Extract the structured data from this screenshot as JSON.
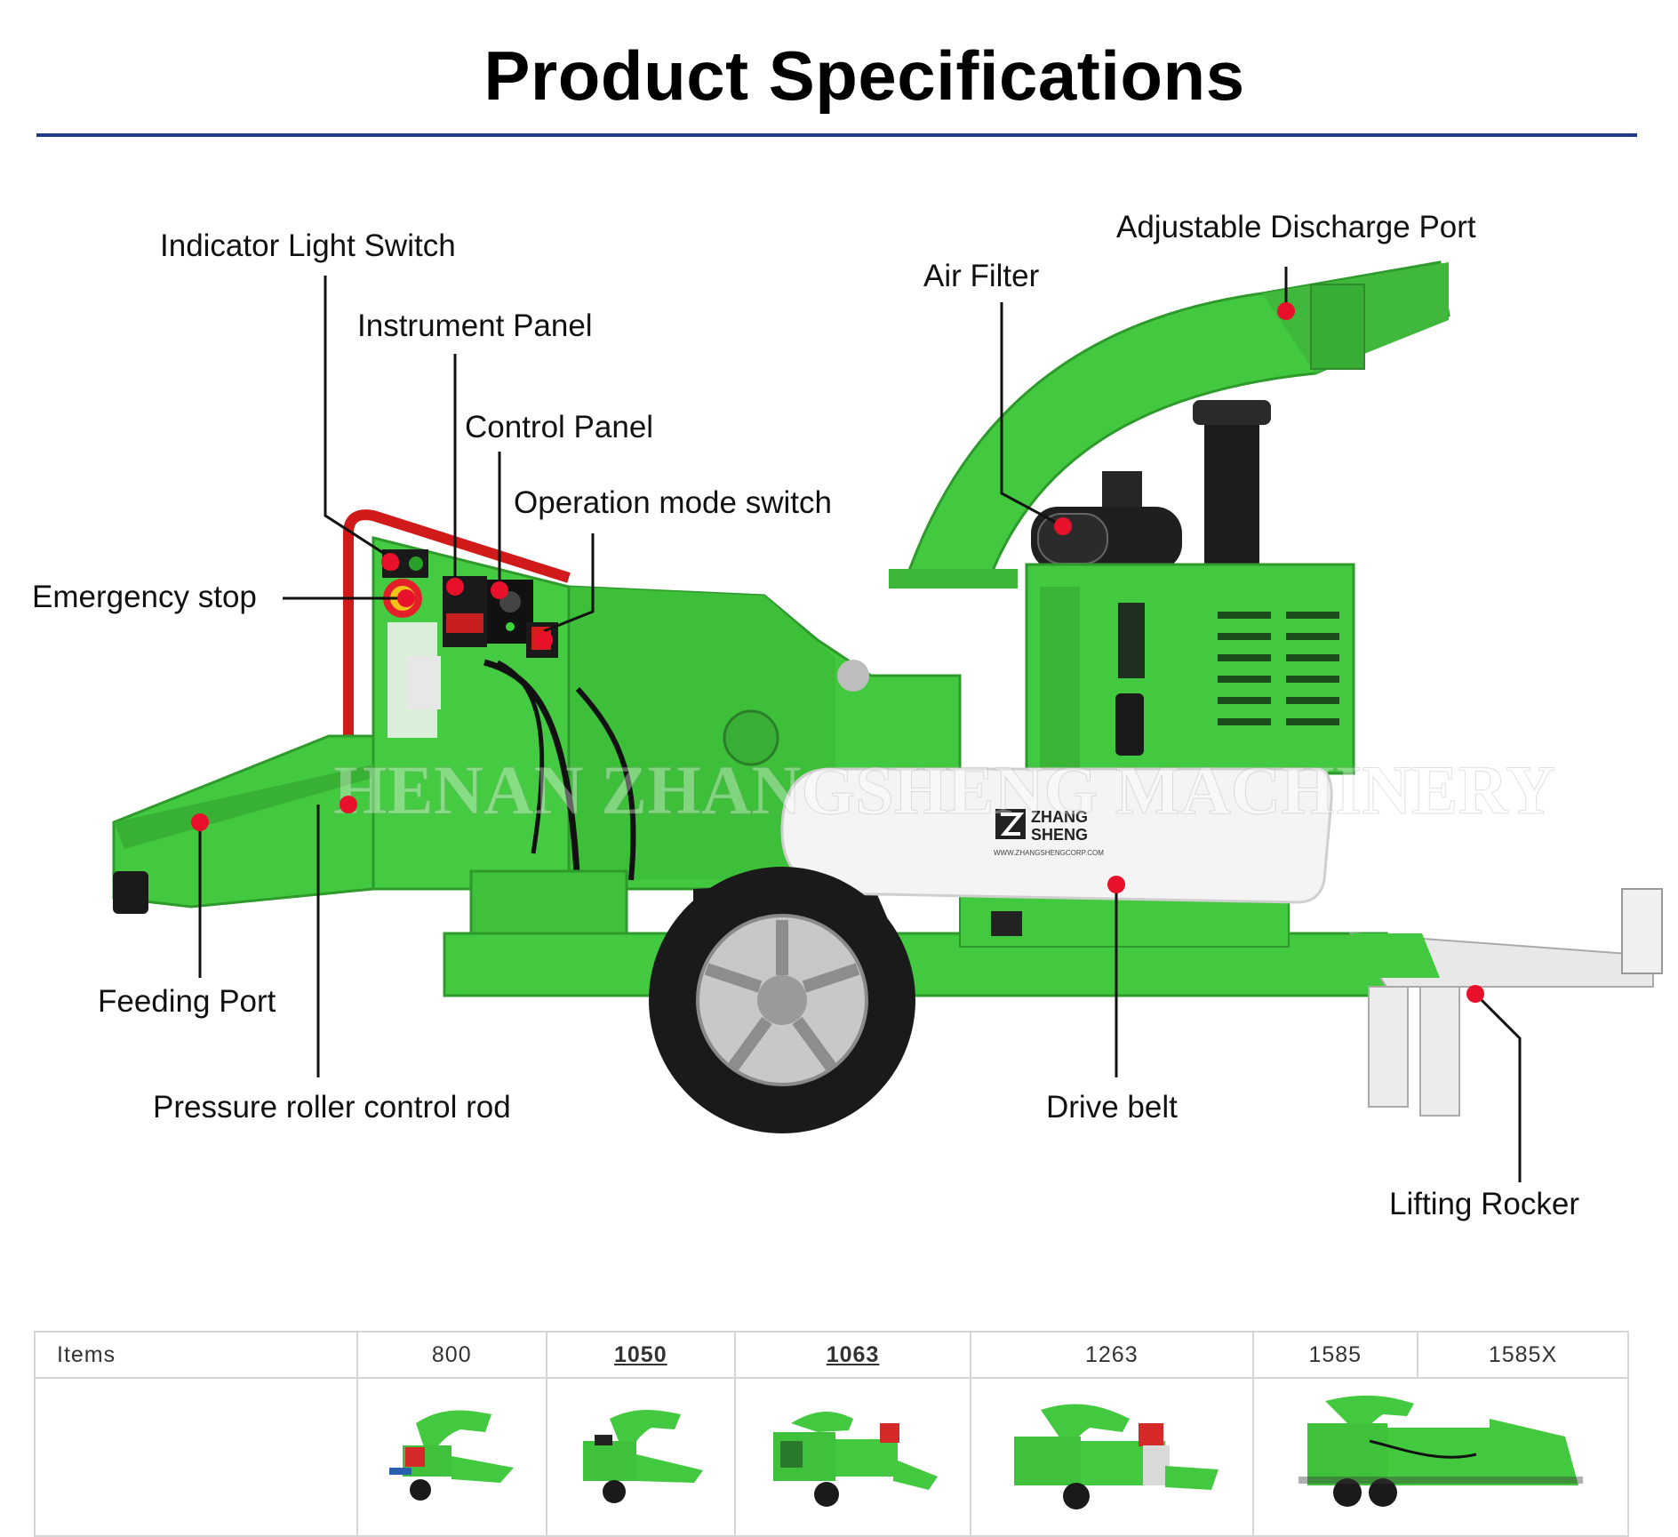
{
  "header": {
    "title": "Product Specifications"
  },
  "diagram": {
    "watermark": "HENAN ZHANGSHENG MACHINERY",
    "brand_logo": "ZHANG SHENG",
    "brand_url": "WWW.ZHANGSHENGCORP.COM",
    "labels": {
      "indicator_light_switch": "Indicator Light Switch",
      "instrument_panel": "Instrument Panel",
      "control_panel": "Control Panel",
      "operation_mode_switch": "Operation mode switch",
      "emergency_stop": "Emergency stop",
      "feeding_port": "Feeding Port",
      "pressure_roller_control_rod": "Pressure roller control rod",
      "air_filter": "Air Filter",
      "adjustable_discharge_port": "Adjustable Discharge Port",
      "drive_belt": "Drive belt",
      "lifting_rocker": "Lifting Rocker"
    },
    "colors": {
      "machine_green": "#43c93f",
      "marker_red": "#e8102a",
      "rule_blue": "#1f3c8c"
    }
  },
  "spec_table": {
    "items_header": "Items",
    "models": [
      "800",
      "1050",
      "1063",
      "1263",
      "1585",
      "1585X"
    ]
  }
}
